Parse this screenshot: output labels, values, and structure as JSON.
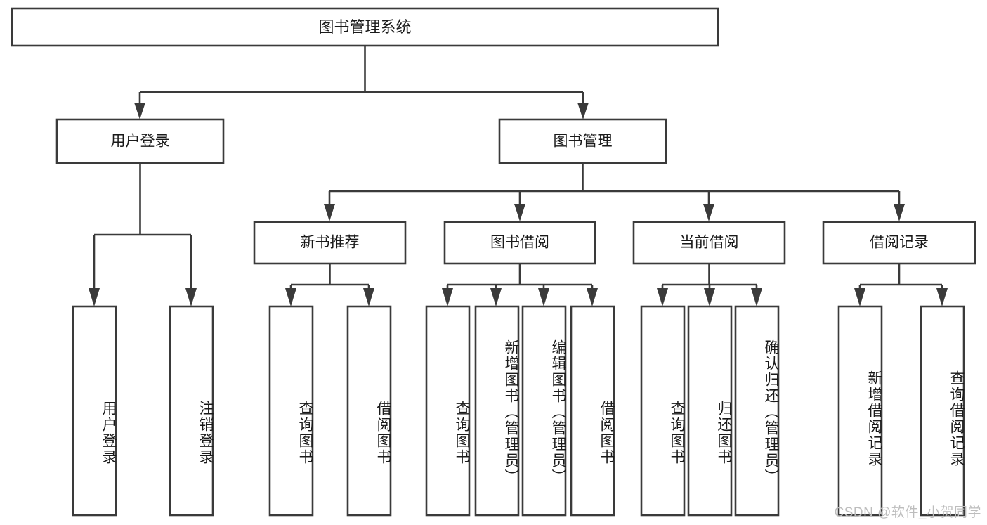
{
  "diagram": {
    "title": "图书管理系统",
    "type": "tree-hierarchy",
    "watermark": "CSDN @软件_小贺同学",
    "colors": {
      "box_stroke": "#3a3a3a",
      "box_fill": "#ffffff",
      "text": "#1a1a1a",
      "background": "#ffffff",
      "watermark": "#bdbdbd"
    },
    "root": {
      "label": "图书管理系统"
    },
    "level1": [
      {
        "label": "用户登录"
      },
      {
        "label": "图书管理"
      }
    ],
    "level2": [
      {
        "label": "新书推荐"
      },
      {
        "label": "图书借阅"
      },
      {
        "label": "当前借阅"
      },
      {
        "label": "借阅记录"
      }
    ],
    "leaves": {
      "user_login": [
        {
          "label": "用户登录"
        },
        {
          "label": "注销登录"
        }
      ],
      "new_book_recommend": [
        {
          "label": "查询图书"
        },
        {
          "label": "借阅图书"
        }
      ],
      "book_borrow": [
        {
          "label": "查询图书"
        },
        {
          "label": "新增图书（管理员）"
        },
        {
          "label": "编辑图书（管理员）"
        },
        {
          "label": "借阅图书"
        }
      ],
      "current_borrow": [
        {
          "label": "查询图书"
        },
        {
          "label": "归还图书"
        },
        {
          "label": "确认归还（管理员）"
        }
      ],
      "borrow_record": [
        {
          "label": "新增借阅记录"
        },
        {
          "label": "查询借阅记录"
        }
      ]
    }
  }
}
